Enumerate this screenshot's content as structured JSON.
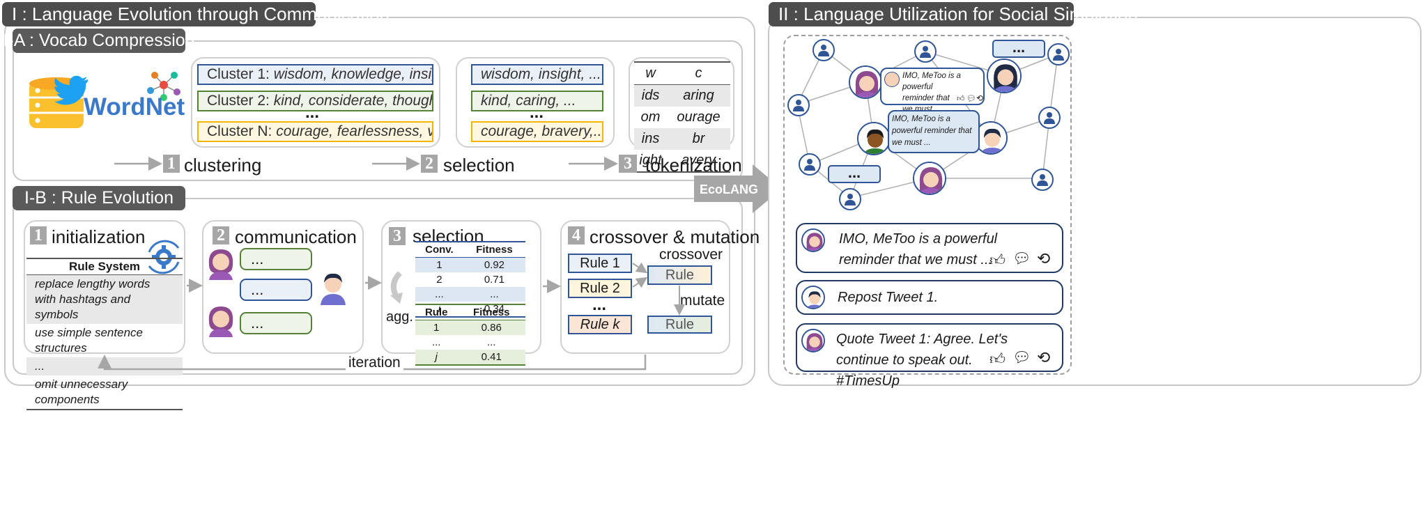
{
  "part1": {
    "title": "I : Language Evolution through Communication",
    "vocab": {
      "title": "I-A : Vocab Compression",
      "logo_text": "WordNet",
      "clusters": [
        {
          "prefix": "Cluster 1: ",
          "words": "wisdom, knowledge, insight, ..."
        },
        {
          "prefix": "Cluster 2: ",
          "words": "kind, considerate, thoughtful, ..."
        },
        {
          "prefix": "Cluster N: ",
          "words": "courage, fearlessness, valor,..."
        }
      ],
      "dots": "...",
      "selected": [
        "wisdom, insight, ...",
        "kind, caring, ...",
        "courage, bravery,..."
      ],
      "token_table": {
        "headers": [
          "w",
          "c"
        ],
        "rows": [
          [
            "ids",
            "aring"
          ],
          [
            "om",
            "ourage"
          ],
          [
            "ins",
            "br"
          ],
          [
            "ight",
            "avery"
          ]
        ]
      },
      "steps": [
        {
          "num": "1",
          "label": "clustering"
        },
        {
          "num": "2",
          "label": "selection"
        },
        {
          "num": "3",
          "label": "tokenization"
        }
      ]
    },
    "rule": {
      "title": "I-B : Rule Evolution",
      "steps": [
        {
          "num": "1",
          "label": "initialization"
        },
        {
          "num": "2",
          "label": "communication"
        },
        {
          "num": "3",
          "label": "selection"
        },
        {
          "num": "4",
          "label": "crossover & mutation"
        }
      ],
      "rule_system": {
        "header": "Rule System",
        "items": [
          "replace lengthy words with hashtags and symbols",
          "use simple sentence structures",
          "...",
          "omit unnecessary components"
        ]
      },
      "bubbles": [
        "...",
        "...",
        "..."
      ],
      "selection_table": {
        "headers1": [
          "Conv.",
          "Fitness"
        ],
        "rows1": [
          [
            "1",
            "0.92"
          ],
          [
            "2",
            "0.71"
          ],
          [
            "...",
            "..."
          ],
          [
            "i",
            "0.34"
          ]
        ],
        "headers2": [
          "Rule",
          "Fitness"
        ],
        "rows2": [
          [
            "1",
            "0.86"
          ],
          [
            "...",
            "..."
          ],
          [
            "j",
            "0.41"
          ]
        ]
      },
      "agg_label": "agg.",
      "rules": [
        "Rule 1",
        "Rule 2",
        "...",
        "Rule k"
      ],
      "crossover_label": "crossover",
      "mutate_label": "mutate",
      "result_rule": "Rule",
      "mutated_rule": "Rule",
      "iteration_label": "iteration"
    }
  },
  "arrow_label": "EcoLANG",
  "part2": {
    "title": "II : Language Utilization for Social Simulation",
    "network_bubbles": [
      "IMO, MeToo is a powerful reminder that we must ...",
      "IMO, MeToo is a powerful reminder that we must ..."
    ],
    "ellipsis_bubbles": [
      "...",
      "..."
    ],
    "tweets": [
      {
        "text": "IMO, MeToo is a powerful reminder that we must ..."
      },
      {
        "text": "Repost Tweet 1."
      },
      {
        "text": "Quote Tweet 1: Agree. Let's continue to speak out. #TimesUp"
      }
    ]
  },
  "colors": {
    "blue": "#2f5597",
    "green": "#548235",
    "yellow": "#f4b400",
    "gray": "#a6a6a6"
  }
}
